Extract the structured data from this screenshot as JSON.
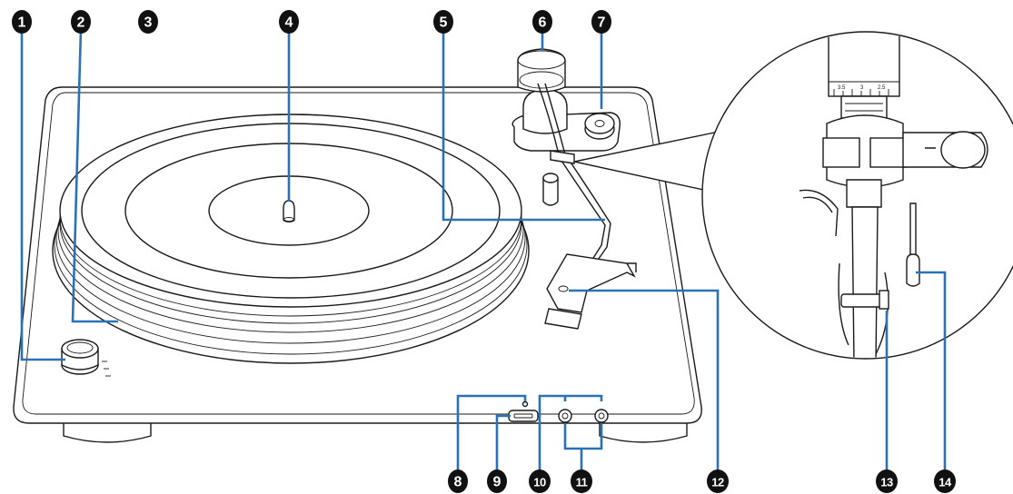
{
  "callouts": [
    {
      "id": "1",
      "label": "1"
    },
    {
      "id": "2",
      "label": "2"
    },
    {
      "id": "3",
      "label": "3"
    },
    {
      "id": "4",
      "label": "4"
    },
    {
      "id": "5",
      "label": "5"
    },
    {
      "id": "6",
      "label": "6"
    },
    {
      "id": "7",
      "label": "7"
    },
    {
      "id": "8",
      "label": "8"
    },
    {
      "id": "9",
      "label": "9"
    },
    {
      "id": "10",
      "label": "10"
    },
    {
      "id": "11",
      "label": "11"
    },
    {
      "id": "12",
      "label": "12"
    },
    {
      "id": "13",
      "label": "13"
    },
    {
      "id": "14",
      "label": "14"
    }
  ],
  "colors": {
    "leader": "#2a72b8",
    "marker": "#111111",
    "outline": "#1a1a1a"
  },
  "scale_marks": {
    "a": "3.5",
    "b": "3",
    "c": "2.5"
  },
  "icon_names": [
    "turntable-illustration",
    "tonearm-detail-magnifier"
  ]
}
